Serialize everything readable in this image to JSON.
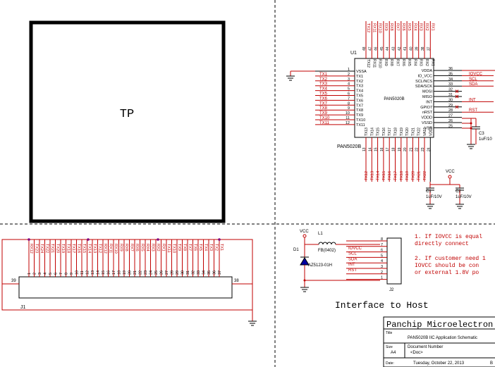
{
  "tp_label": "TP",
  "u1": {
    "ref": "U1",
    "name": "PAN5020B",
    "name_bottom": "PAN5020B",
    "left_pins": [
      {
        "num": "1",
        "name": "VSSA",
        "net": ""
      },
      {
        "num": "2",
        "name": "TX1",
        "net": "TX1"
      },
      {
        "num": "3",
        "name": "TX2",
        "net": "TX2"
      },
      {
        "num": "4",
        "name": "TX3",
        "net": "TX3"
      },
      {
        "num": "5",
        "name": "TX4",
        "net": "TX4"
      },
      {
        "num": "6",
        "name": "TX5",
        "net": "TX5"
      },
      {
        "num": "7",
        "name": "TX6",
        "net": "TX6"
      },
      {
        "num": "8",
        "name": "TX7",
        "net": "TX7"
      },
      {
        "num": "9",
        "name": "TX8",
        "net": "TX8"
      },
      {
        "num": "10",
        "name": "TX9",
        "net": "TX9"
      },
      {
        "num": "11",
        "name": "TX10",
        "net": "TX10"
      },
      {
        "num": "12",
        "name": "TX11",
        "net": "TX11"
      }
    ],
    "right_pins": [
      {
        "num": "36",
        "name": "VDDA",
        "net": ""
      },
      {
        "num": "35",
        "name": "IO_VCC",
        "net": "IOVCC"
      },
      {
        "num": "34",
        "name": "SCL/NCS",
        "net": "SCL"
      },
      {
        "num": "33",
        "name": "SDA/SCK",
        "net": "SDA"
      },
      {
        "num": "32",
        "name": "MOSI",
        "net": ""
      },
      {
        "num": "31",
        "name": "MISO",
        "net": ""
      },
      {
        "num": "30",
        "name": "INT",
        "net": "INT"
      },
      {
        "num": "29",
        "name": "GPIO7",
        "net": ""
      },
      {
        "num": "28",
        "name": "nRST",
        "net": "RST"
      },
      {
        "num": "27",
        "name": "VDDD",
        "net": ""
      },
      {
        "num": "26",
        "name": "VSSD",
        "net": ""
      },
      {
        "num": "25",
        "name": "VSS",
        "net": ""
      }
    ],
    "top_pins": [
      {
        "name": "TX12",
        "num": "48",
        "net": "TX12"
      },
      {
        "name": "RX11",
        "num": "47",
        "net": "RX11"
      },
      {
        "name": "RX10",
        "num": "46",
        "net": "RX10"
      },
      {
        "name": "RX9",
        "num": "45",
        "net": "RX9"
      },
      {
        "name": "RX8",
        "num": "44",
        "net": "RX8"
      },
      {
        "name": "RX7",
        "num": "43",
        "net": "RX7"
      },
      {
        "name": "RX6",
        "num": "42",
        "net": "RX6"
      },
      {
        "name": "RX5",
        "num": "41",
        "net": "RX5"
      },
      {
        "name": "RX4",
        "num": "40",
        "net": "RX4"
      },
      {
        "name": "RX3",
        "num": "39",
        "net": "RX3"
      },
      {
        "name": "RX2",
        "num": "38",
        "net": "RX2"
      },
      {
        "name": "RX1",
        "num": "37",
        "net": "RX1"
      }
    ],
    "bottom_pins": [
      {
        "name": "TX13",
        "num": "13",
        "net": "TX12"
      },
      {
        "name": "TX14",
        "num": "14",
        "net": "TX13"
      },
      {
        "name": "TX15",
        "num": "15",
        "net": "TX14"
      },
      {
        "name": "TX16",
        "num": "16",
        "net": "TX15"
      },
      {
        "name": "TX17",
        "num": "17",
        "net": "TX16"
      },
      {
        "name": "TX18",
        "num": "18",
        "net": "TX17"
      },
      {
        "name": "TX19",
        "num": "19",
        "net": "TX18"
      },
      {
        "name": "TX20",
        "num": "20",
        "net": "TX19"
      },
      {
        "name": "TX21",
        "num": "21",
        "net": "TX20"
      },
      {
        "name": "TX22",
        "num": "22",
        "net": "TX21"
      },
      {
        "name": "VA18",
        "num": "23",
        "net": "TX22"
      },
      {
        "name": "VDD3",
        "num": "24",
        "net": ""
      }
    ]
  },
  "caps": {
    "c1": {
      "ref": "C1",
      "value": "1uF/10V"
    },
    "c2": {
      "ref": "C2",
      "value": "1uF/10V"
    },
    "c3": {
      "ref": "C3",
      "value": "1uF/10"
    },
    "vcc": "VCC"
  },
  "j1": {
    "ref": "J1",
    "pin_left": "39",
    "pin_right": "38",
    "nets": [
      "RX12",
      "TX23",
      "TX24",
      "TX22",
      "TX21",
      "TX20",
      "TX19",
      "TX18",
      "TX17",
      "TX16",
      "TX15",
      "TX14",
      "TX13",
      "TX12",
      "RX12",
      "RX11",
      "RX10",
      "RX9",
      "RX8",
      "RX7",
      "RX6",
      "RX5",
      "RX4",
      "RX3",
      "RX2",
      "RX1",
      "TX11",
      "TX10",
      "TX9",
      "TX8",
      "TX7",
      "TX6",
      "TX5",
      "TX4",
      "TX3",
      "TX2",
      "TX1"
    ],
    "pins": [
      "1",
      "2",
      "3",
      "4",
      "5",
      "6",
      "7",
      "8",
      "9",
      "10",
      "11",
      "12",
      "13",
      "14",
      "15",
      "16",
      "17",
      "18",
      "19",
      "20",
      "21",
      "22",
      "23",
      "24",
      "25",
      "26",
      "27",
      "28",
      "29",
      "30",
      "31",
      "32",
      "33",
      "34",
      "35",
      "36",
      "37"
    ]
  },
  "host": {
    "vcc": "VCC",
    "l1_ref": "L1",
    "l1_value": "FB(0402)",
    "d1_ref": "D1",
    "d1_value": "AZ5123-01H",
    "j2_ref": "J2",
    "nets": [
      "IOVCC",
      "SCL",
      "SDA",
      "INT",
      "RST"
    ],
    "pins": [
      "8",
      "7",
      "6",
      "5",
      "4",
      "3",
      "2",
      "1"
    ],
    "title": "Interface to Host"
  },
  "notes": {
    "line1": "1. If IOVCC  is equal",
    "line2": "   directly  connect",
    "line3": "2. If customer need 1",
    "line4": "   IOVCC should be con",
    "line5": "   or external 1.8V po"
  },
  "titleblock": {
    "company": "Panchip Microelectron",
    "title_label": "Title",
    "title": "PAN5020B IIC Application Schematic",
    "size_label": "Size",
    "size": "A4",
    "docnum_label": "Document Number",
    "docnum": "<Doc>",
    "date_label": "Date:",
    "date": "Tuesday, October 22, 2013",
    "sheet_frag": "B"
  },
  "colors": {
    "net": "#c00000",
    "wire": "#c00000",
    "part": "#000000",
    "pin": "#000080"
  }
}
